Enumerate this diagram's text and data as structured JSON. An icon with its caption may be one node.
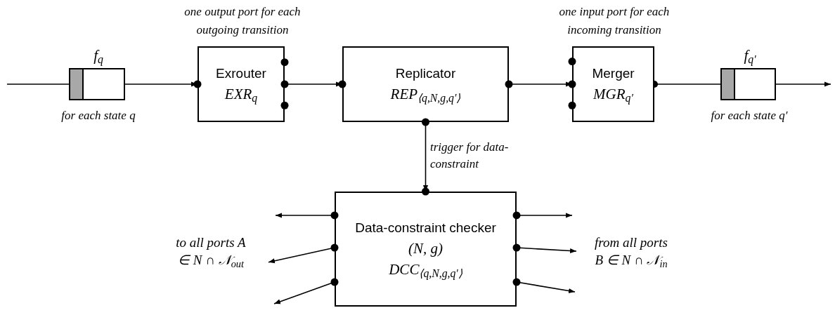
{
  "diagram": {
    "nodes": [
      {
        "text": [
          "f$_{q}$"
        ],
        "beside": [
          "for each state q"
        ]
      },
      {
        "text": [
          "Exrouter",
          "EXR$_{q}$"
        ],
        "beside": [
          "one output port for each outgoing transition"
        ]
      },
      {
        "text": [
          "Replicator",
          "REP$_{⟨q,N,g,q′⟩}$"
        ]
      },
      {
        "text": [
          "Merger",
          "MGR$_{q′}$"
        ],
        "beside": [
          "one input port for each incoming transition"
        ]
      },
      {
        "text": [
          "f$_{q′}$"
        ],
        "beside": [
          "for each state q′"
        ]
      },
      {
        "text": [
          "Data-constraint checker",
          "(N, g)",
          "DCC$_{⟨q,N,g,q′⟩}$"
        ]
      },
      {
        "text": [
          "to all ports A ∈ N ∩ 𝒩$_{out}$"
        ]
      },
      {
        "text": [
          "from all ports B ∈ N ∩ 𝒩$_{in}$"
        ]
      }
    ],
    "edges": [
      {
        "from": null,
        "to": 0,
        "arrow": "none"
      },
      {
        "from": 0,
        "to": 1,
        "arrow": "to"
      },
      {
        "from": 1,
        "to": 2,
        "arrow": "to"
      },
      {
        "from": 2,
        "to": 3,
        "arrow": "to"
      },
      {
        "from": 3,
        "to": 4,
        "arrow": "other"
      },
      {
        "from": 4,
        "to": null,
        "arrow": "to"
      },
      {
        "from": 2,
        "to": 5,
        "arrow": "to",
        "label": "trigger for data-constraint"
      },
      {
        "from": 5,
        "to": null,
        "arrow": "to"
      },
      {
        "from": 5,
        "to": 6,
        "arrow": "to"
      },
      {
        "from": 5,
        "to": null,
        "arrow": "to"
      },
      {
        "from": 5,
        "to": null,
        "arrow": "to"
      },
      {
        "from": 5,
        "to": 7,
        "arrow": "to"
      },
      {
        "from": 5,
        "to": null,
        "arrow": "to"
      }
    ]
  }
}
